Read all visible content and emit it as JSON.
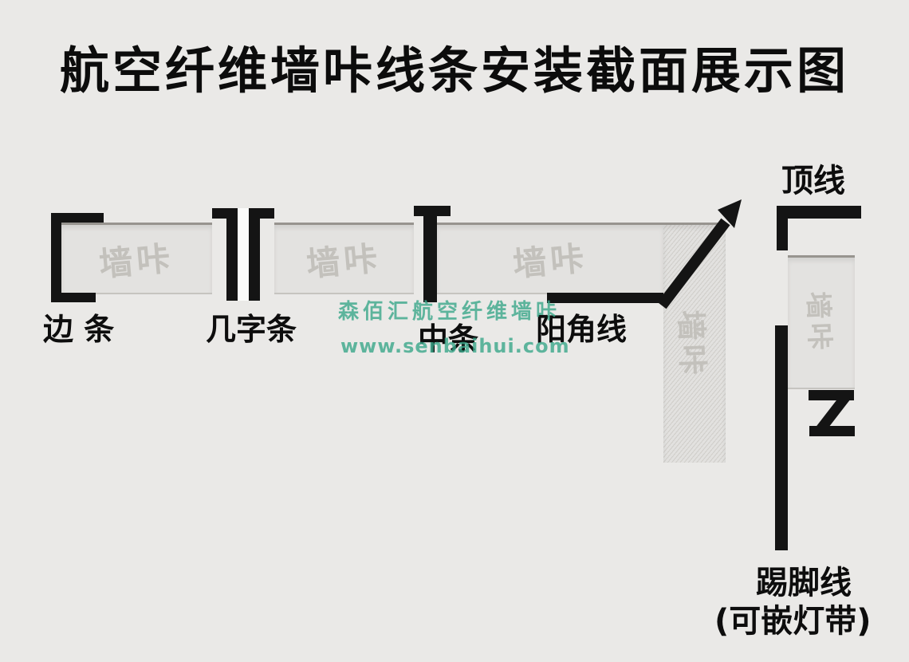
{
  "title": "航空纤维墙咔线条安装截面展示图",
  "panel_watermark": "墙咔",
  "labels": {
    "edge_strip": "边 条",
    "ji_strip": "几字条",
    "middle_strip": "中条",
    "outer_corner": "阳角线",
    "crown_line": "顶线",
    "skirting_line": "踢脚线",
    "skirting_note": "(可嵌灯带)"
  },
  "brand_watermark": {
    "line1": "森佰汇航空纤维墙咔",
    "line2": "www.senbaihui.com"
  },
  "colors": {
    "background": "#eae9e7",
    "profile_black": "#141414",
    "panel_gray": "#e3e2e0",
    "panel_text_gray": "#c3c1bc",
    "watermark_green": "#39a689"
  }
}
